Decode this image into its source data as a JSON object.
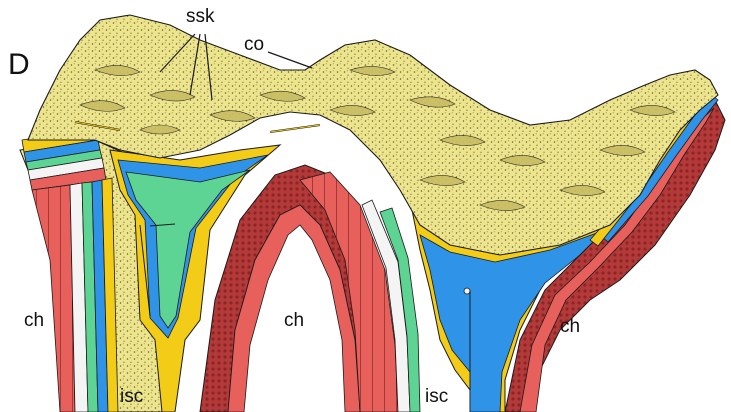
{
  "figure": {
    "panel_letter": "D",
    "labels": {
      "ssk": "ssk",
      "co": "co",
      "ch_left": "ch",
      "ch_middle": "ch",
      "ch_right": "ch",
      "isc_left": "isc",
      "isc_right": "isc"
    },
    "colors": {
      "background": "#ffffff",
      "sponge_skeleton": "#ede58e",
      "stipple": "#6b5d2a",
      "yellow_layer": "#f2cc17",
      "blue_layer": "#2f93e8",
      "green_layer": "#5dd493",
      "red_layer": "#e8605c",
      "dark_red_tissue": "#b43a3a",
      "white_cells": "#f4f4f4",
      "outline": "#1b1b1b"
    }
  }
}
